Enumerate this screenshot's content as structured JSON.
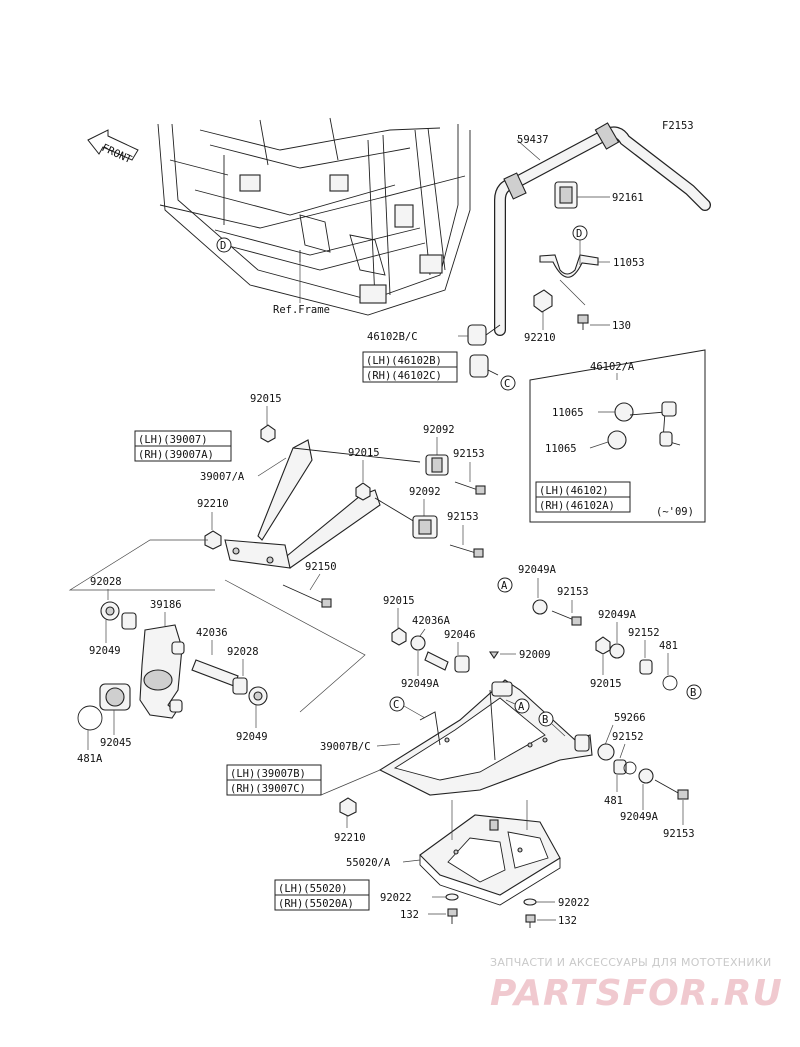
{
  "diagram_id": "F2153",
  "front_label": "FRONT",
  "frame_ref": "Ref.Frame",
  "callouts": {
    "p59437": "59437",
    "p92161": "92161",
    "p11053": "11053",
    "p130": "130",
    "p92210a": "92210",
    "p46102bc": "46102B/C",
    "p46102a": "46102/A",
    "p11065a": "11065",
    "p11065b": "11065",
    "p92015a": "92015",
    "p39007a": "39007/A",
    "p92092a": "92092",
    "p92015b": "92015",
    "p92153a": "92153",
    "p92092b": "92092",
    "p92210b": "92210",
    "p92153b": "92153",
    "p92150": "92150",
    "p92028a": "92028",
    "p39186": "39186",
    "p92049a": "92049",
    "p42036": "42036",
    "p92028b": "92028",
    "p92049b": "92049",
    "p92045": "92045",
    "p481a": "481A",
    "p92049A_1": "92049A",
    "p92153c": "92153",
    "p92015c": "92015",
    "p42036A": "42036A",
    "p92046": "92046",
    "p92009": "92009",
    "p92049A_2": "92049A",
    "p92049A_3": "92049A",
    "p92152a": "92152",
    "p481b": "481",
    "p92015d": "92015",
    "p59266": "59266",
    "p92152b": "92152",
    "p39007bc": "39007B/C",
    "p481c": "481",
    "p92049A_4": "92049A",
    "p92153d": "92153",
    "p92210c": "92210",
    "p55020A": "55020/A",
    "p92022a": "92022",
    "p92022b": "92022",
    "p132a": "132",
    "p132b": "132"
  },
  "boxes": {
    "b46102bc": {
      "lh": "(LH)(46102B)",
      "rh": "(RH)(46102C)"
    },
    "b39007": {
      "lh": "(LH)(39007)",
      "rh": "(RH)(39007A)"
    },
    "b46102": {
      "lh": "(LH)(46102)",
      "rh": "(RH)(46102A)"
    },
    "b39007bc": {
      "lh": "(LH)(39007B)",
      "rh": "(RH)(39007C)"
    },
    "b55020": {
      "lh": "(LH)(55020)",
      "rh": "(RH)(55020A)"
    }
  },
  "year_note": "(~'09)",
  "refs": {
    "A": "A",
    "B": "B",
    "C": "C",
    "D": "D"
  },
  "watermark": {
    "top": "ЗАПЧАСТИ И АКСЕССУАРЫ ДЛЯ МОТОТЕХНИКИ",
    "logo": "PARTSFOR.RU"
  }
}
